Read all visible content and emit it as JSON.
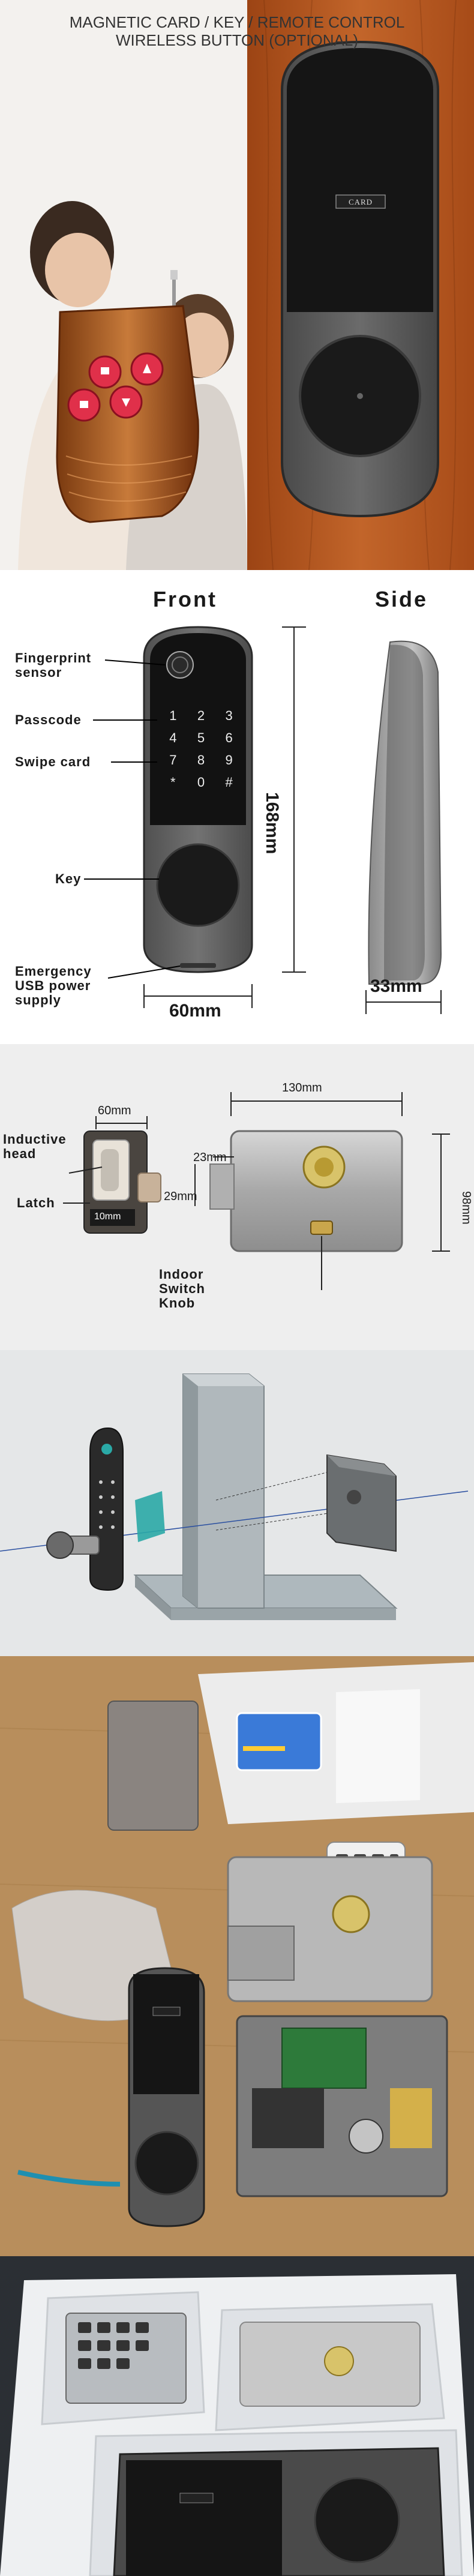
{
  "header": {
    "line1": "MAGNETIC CARD / KEY / REMOTE CONTROL",
    "line2": "WIRELESS BUTTON (OPTIONAL)"
  },
  "lock_face": {
    "card_label": "CARD"
  },
  "front_side": {
    "front_title": "Front",
    "side_title": "Side",
    "labels": {
      "fingerprint": "Fingerprint sensor",
      "passcode": "Passcode",
      "swipe_card": "Swipe card",
      "key": "Key",
      "emergency": "Emergency USB power supply"
    },
    "keypad": [
      "1",
      "2",
      "3",
      "4",
      "5",
      "6",
      "7",
      "8",
      "9",
      "*",
      "0",
      "#"
    ],
    "dims": {
      "height": "168mm",
      "width": "60mm",
      "depth": "33mm"
    }
  },
  "receiver": {
    "labels": {
      "inductive_head": "Inductive head",
      "latch": "Latch",
      "indoor_knob": "Indoor Switch Knob"
    },
    "dims": {
      "left_width": "60mm",
      "main_width": "130mm",
      "height": "98mm",
      "d23": "23mm",
      "d29": "29mm",
      "d10": "10mm"
    }
  },
  "colors": {
    "accent": "#e0304a",
    "wood": "#b5541e",
    "lock_grey": "#5c5c5c",
    "steel": "#b8b8b8",
    "teal": "#2aa9a6"
  }
}
